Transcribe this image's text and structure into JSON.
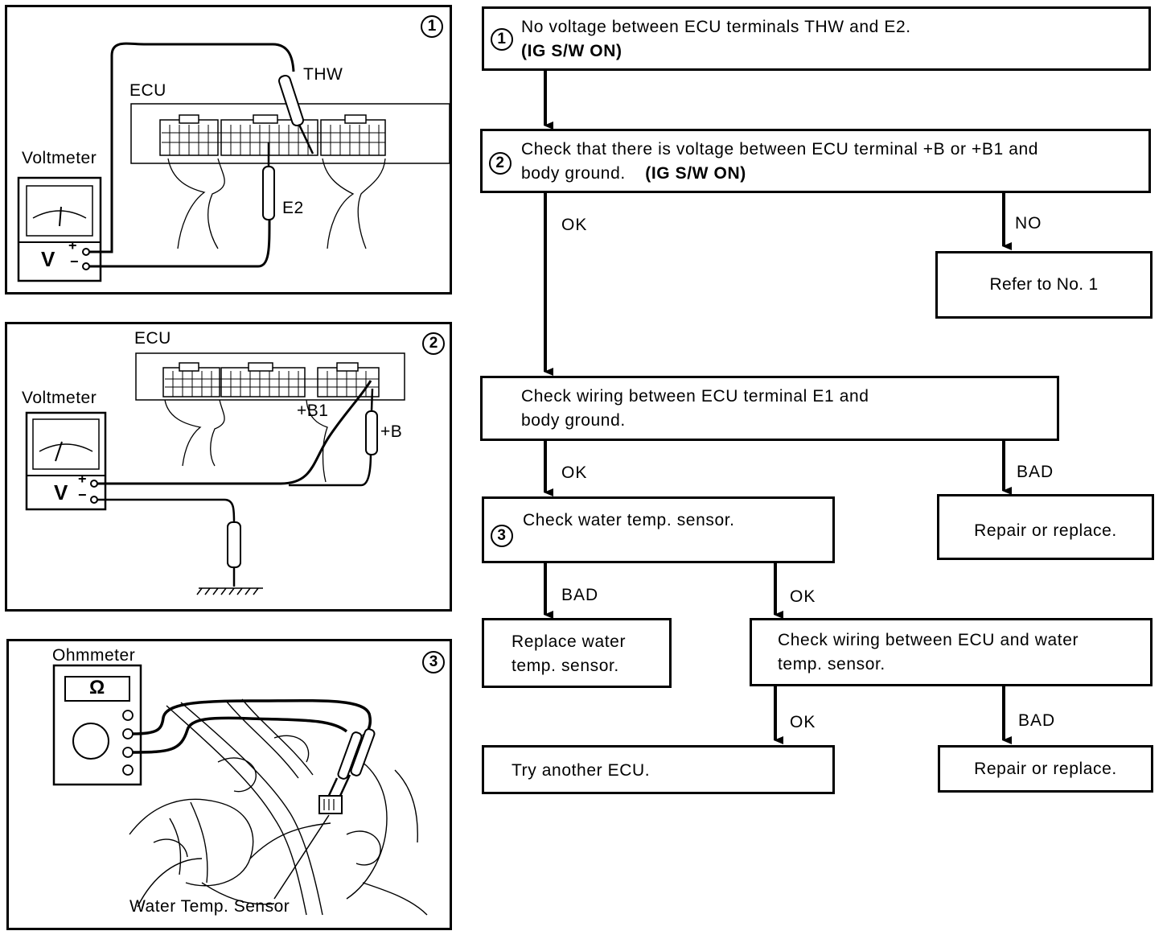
{
  "panel1": {
    "number": "1",
    "ecu_label": "ECU",
    "meter_label": "Voltmeter",
    "meter_symbol": "V",
    "plus": "+",
    "minus": "−",
    "probe1": "THW",
    "probe2": "E2"
  },
  "panel2": {
    "number": "2",
    "ecu_label": "ECU",
    "meter_label": "Voltmeter",
    "meter_symbol": "V",
    "plus": "+",
    "minus": "−",
    "probe1": "+B1",
    "probe2": "+B"
  },
  "panel3": {
    "number": "3",
    "meter_label": "Ohmmeter",
    "meter_symbol": "Ω",
    "sensor_label": "Water Temp. Sensor"
  },
  "flow": {
    "step1": {
      "badge": "1",
      "line1": "No voltage between ECU terminals THW and E2.",
      "line2": "(IG S/W ON)"
    },
    "step2": {
      "badge": "2",
      "line1": "Check that there is voltage between ECU terminal +B or +B1 and",
      "line2a": "body ground.",
      "line2b": "(IG S/W ON)"
    },
    "refer": "Refer to No. 1",
    "e1_check": {
      "line1": "Check wiring between ECU terminal E1 and",
      "line2": "body ground."
    },
    "repair1": "Repair or replace.",
    "step3": {
      "badge": "3",
      "line1": "Check water temp. sensor."
    },
    "replace_sensor": {
      "line1": "Replace water",
      "line2": "temp. sensor."
    },
    "wiring_check": {
      "line1": "Check wiring between ECU and water",
      "line2": "temp. sensor."
    },
    "try_ecu": "Try another ECU.",
    "repair2": "Repair or replace.",
    "edges": {
      "ok1": "OK",
      "no1": "NO",
      "ok2": "OK",
      "bad1": "BAD",
      "bad2": "BAD",
      "ok3": "OK",
      "ok4": "OK",
      "bad3": "BAD"
    }
  }
}
